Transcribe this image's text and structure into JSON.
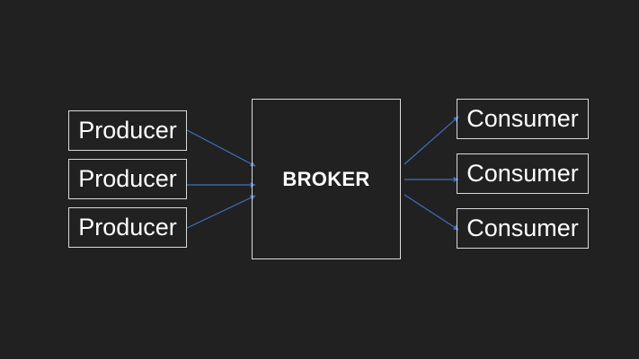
{
  "diagram": {
    "producers": [
      {
        "label": "Producer"
      },
      {
        "label": "Producer"
      },
      {
        "label": "Producer"
      }
    ],
    "broker": {
      "label": "BROKER"
    },
    "consumers": [
      {
        "label": "Consumer"
      },
      {
        "label": "Consumer"
      },
      {
        "label": "Consumer"
      }
    ],
    "colors": {
      "background": "#212121",
      "box_border": "#d9d9d9",
      "text": "#ffffff",
      "arrow": "#3f6fc1"
    }
  }
}
